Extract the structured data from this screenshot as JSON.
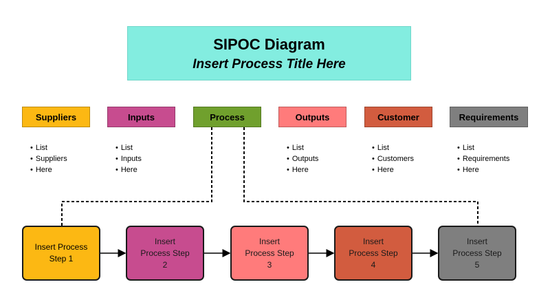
{
  "title": {
    "main": "SIPOC Diagram",
    "subtitle": "Insert Process Title Here"
  },
  "colors": {
    "title_bg": "#83ede0",
    "suppliers": "#fcb813",
    "inputs": "#c74c8f",
    "process": "#70a02d",
    "outputs": "#ff7b7b",
    "customer": "#d25c3f",
    "requirements": "#7f7f7f"
  },
  "headers": {
    "suppliers": "Suppliers",
    "inputs": "Inputs",
    "process": "Process",
    "outputs": "Outputs",
    "customer": "Customer",
    "requirements": "Requirements"
  },
  "lists": {
    "suppliers": [
      "List",
      "Suppliers",
      "Here"
    ],
    "inputs": [
      "List",
      "Inputs",
      "Here"
    ],
    "outputs": [
      "List",
      "Outputs",
      "Here"
    ],
    "customer": [
      "List",
      "Customers",
      "Here"
    ],
    "requirements": [
      "List",
      "Requirements",
      "Here"
    ]
  },
  "steps": [
    "Insert Process Step 1",
    "Insert Process Step 2",
    "Insert Process Step 3",
    "Insert Process Step 4",
    "Insert Process Step 5"
  ]
}
